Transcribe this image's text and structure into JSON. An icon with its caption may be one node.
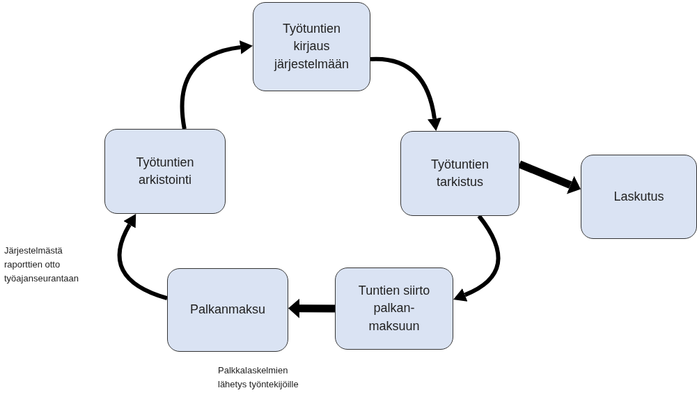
{
  "diagram": {
    "nodes": [
      {
        "text": [
          "Työtuntien kirjaus järjestelmään"
        ]
      },
      {
        "text": [
          "Työtuntien tarkistus"
        ]
      },
      {
        "text": [
          "Laskutus"
        ]
      },
      {
        "text": [
          "Tuntien siirto palkan- maksuun"
        ]
      },
      {
        "text": [
          "Palkanmaksu"
        ],
        "beside": [
          "Palkkalaskelmien lähetys työntekijöille"
        ]
      },
      {
        "text": [
          "Työtuntien arkistointi"
        ]
      }
    ],
    "edges": [
      {
        "from": 0,
        "to": 1,
        "arrow": "to"
      },
      {
        "from": 1,
        "to": 2,
        "arrow": "to",
        "style": "thick"
      },
      {
        "from": 1,
        "to": 3,
        "arrow": "to"
      },
      {
        "from": 3,
        "to": 4,
        "arrow": "to",
        "style": "thick"
      },
      {
        "from": 4,
        "to": 5,
        "arrow": "to",
        "label": "Järjestelmästä raporttien otto työajanseurantaan"
      },
      {
        "from": 5,
        "to": 0,
        "arrow": "to"
      }
    ]
  }
}
